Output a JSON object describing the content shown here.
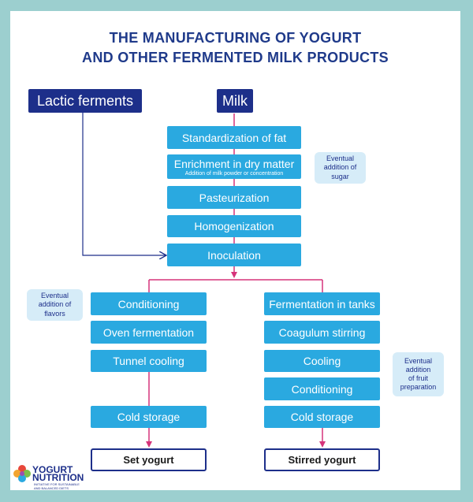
{
  "title": {
    "line1": "THE MANUFACTURING OF YOGURT",
    "line2": "AND OTHER FERMENTED MILK PRODUCTS"
  },
  "inputs": {
    "lactic": "Lactic ferments",
    "milk": "Milk"
  },
  "main_steps": {
    "standardization": "Standardization of fat",
    "enrichment": "Enrichment in dry matter",
    "enrichment_sub": "Addition of milk powder or concentration",
    "pasteurization": "Pasteurization",
    "homogenization": "Homogenization",
    "inoculation": "Inoculation"
  },
  "notes": {
    "sugar": [
      "Eventual",
      "addition of",
      "sugar"
    ],
    "flavors": [
      "Eventual",
      "addition of",
      "flavors"
    ],
    "fruit": [
      "Eventual",
      "addition",
      "of fruit",
      "preparation"
    ]
  },
  "left_branch": {
    "conditioning": "Conditioning",
    "oven": "Oven fermentation",
    "tunnel": "Tunnel cooling",
    "cold": "Cold storage",
    "result": "Set yogurt"
  },
  "right_branch": {
    "fermentation": "Fermentation in tanks",
    "coagulum": "Coagulum stirring",
    "cooling": "Cooling",
    "conditioning": "Conditioning",
    "cold": "Cold storage",
    "result": "Stirred yogurt"
  },
  "logo": {
    "line1": "YOGURT",
    "line2": "NUTRITION",
    "tagline1": "INITIATIVE FOR SUSTAINABLE",
    "tagline2": "AND BALANCED DIETS"
  },
  "colors": {
    "navy": "#1d2f8a",
    "step_blue": "#2aa9e0",
    "note_bg": "#d6ecf8",
    "arrow_pink": "#d6337a",
    "frame": "#9ccfcf"
  }
}
